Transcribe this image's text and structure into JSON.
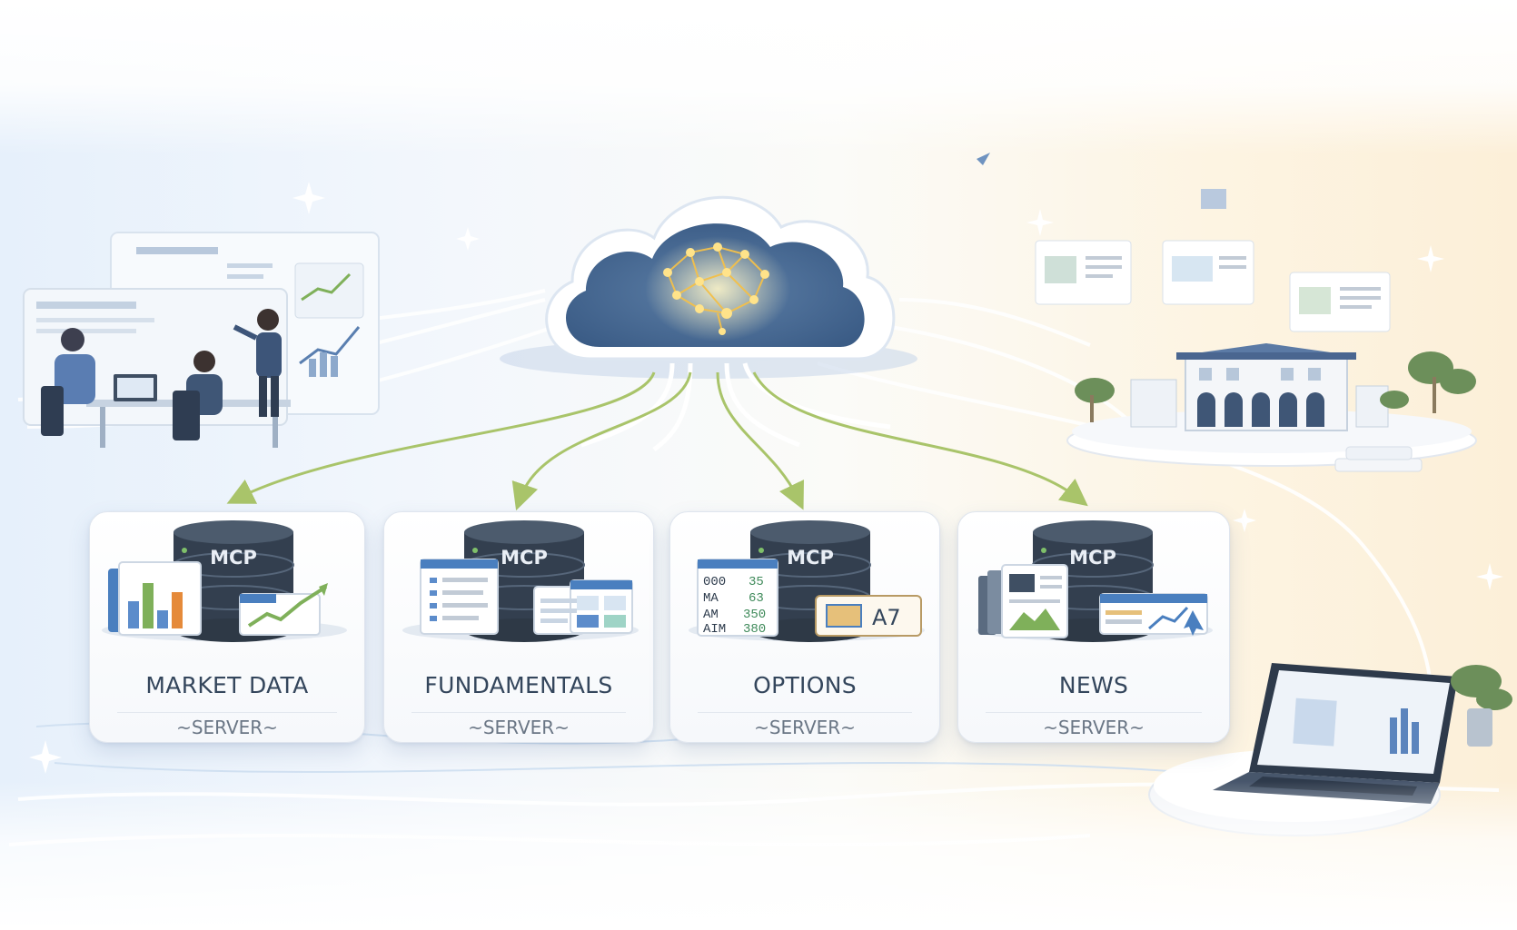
{
  "central_node": {
    "label": "",
    "icon": "cloud-brain-network-icon",
    "accent": "#f3c04a"
  },
  "server_suffix": "~SERVER~",
  "mcp_badge": "MCP",
  "servers": [
    {
      "id": "market-data",
      "title": "MARKET DATA",
      "subtitle": "~SERVER~",
      "mcp": "MCP",
      "icon": "bar-chart-document-icon"
    },
    {
      "id": "fundamentals",
      "title": "FUNDAMENTALS",
      "subtitle": "~SERVER~",
      "mcp": "MCP",
      "icon": "report-document-icon"
    },
    {
      "id": "options",
      "title": "OPTIONS",
      "subtitle": "~SERVER~",
      "mcp": "MCP",
      "icon": "quote-table-icon",
      "quote_rows": [
        {
          "left": "000",
          "right": "35"
        },
        {
          "left": "MA",
          "right": "63"
        },
        {
          "left": "AM",
          "right": "350"
        },
        {
          "left": "AIM",
          "right": "380"
        }
      ],
      "ticker_badge": "A7"
    },
    {
      "id": "news",
      "title": "NEWS",
      "subtitle": "~SERVER~",
      "mcp": "MCP",
      "icon": "newspaper-icon"
    }
  ],
  "colors": {
    "card_border": "#dfe5ee",
    "db_dark": "#3b4656",
    "arrow": "#a9c46a",
    "title_text": "#34465c"
  },
  "scene": {
    "left": "office-team-meeting-icon",
    "right_top": "document-cards-icon",
    "right_middle": "bank-building-icon",
    "right_bottom": "laptop-dashboard-icon"
  }
}
